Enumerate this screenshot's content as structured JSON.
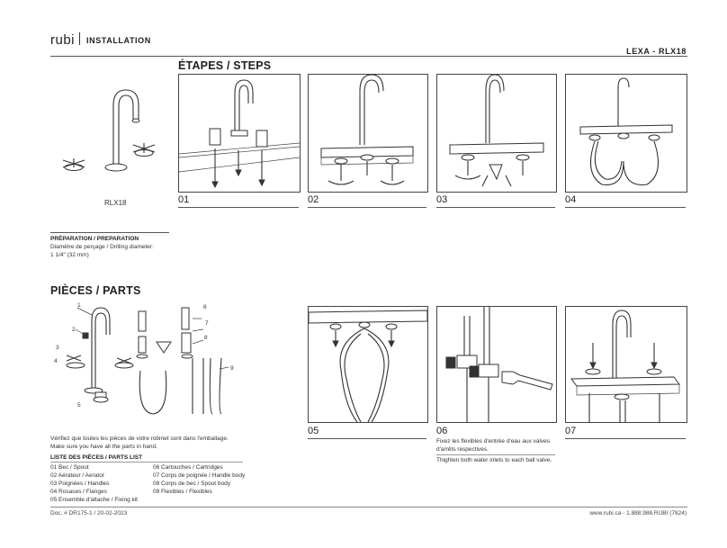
{
  "header": {
    "brand": "rubi",
    "section": "INSTALLATION",
    "product": "LEXA - RLX18"
  },
  "product_image": {
    "label": "RLX18"
  },
  "steps": {
    "title": "ÉTAPES / STEPS",
    "numbers": [
      "01",
      "02",
      "03",
      "04",
      "05",
      "06",
      "07"
    ],
    "step06_text_fr": "Fixez les flexibles d'entrée d'eau aux valves d'arrêts respectives.",
    "step06_text_en": "Thighten both water inlets to each ball valve."
  },
  "preparation": {
    "title": "PRÉPARATION / PREPARATION",
    "line1": "Diamètre de perçage / Drilling diameter:",
    "line2": "1 1/4\" (32 mm)"
  },
  "parts": {
    "title": "PIÈCES / PARTS",
    "callouts": [
      "1",
      "2",
      "3",
      "4",
      "5",
      "6",
      "7",
      "8",
      "9"
    ],
    "verify_fr": "Vérifiez que toutes les pièces de votre robinet sont dans l'emballage.",
    "verify_en": "Make sure you have all the parts in hand.",
    "list_title": "LISTE DES PIÈCES / PARTS LIST",
    "list_left": [
      "01 Bec / Spout",
      "02 Aérateur / Aerator",
      "03 Poignées / Handles",
      "04 Rosaces / Flanges",
      "05 Ensemble d'attache / Fixing kit"
    ],
    "list_right": [
      "06 Cartouches / Cartridges",
      "07 Corps de poignée / Handle body",
      "08 Corps de bec / Spout body",
      "09 Flexibles / Flexibles"
    ]
  },
  "footer": {
    "doc": "Doc. # DR175-1 / 20-02-2023",
    "contact": "www.rubi.ca - 1.888.988.RUBI (7824)"
  }
}
